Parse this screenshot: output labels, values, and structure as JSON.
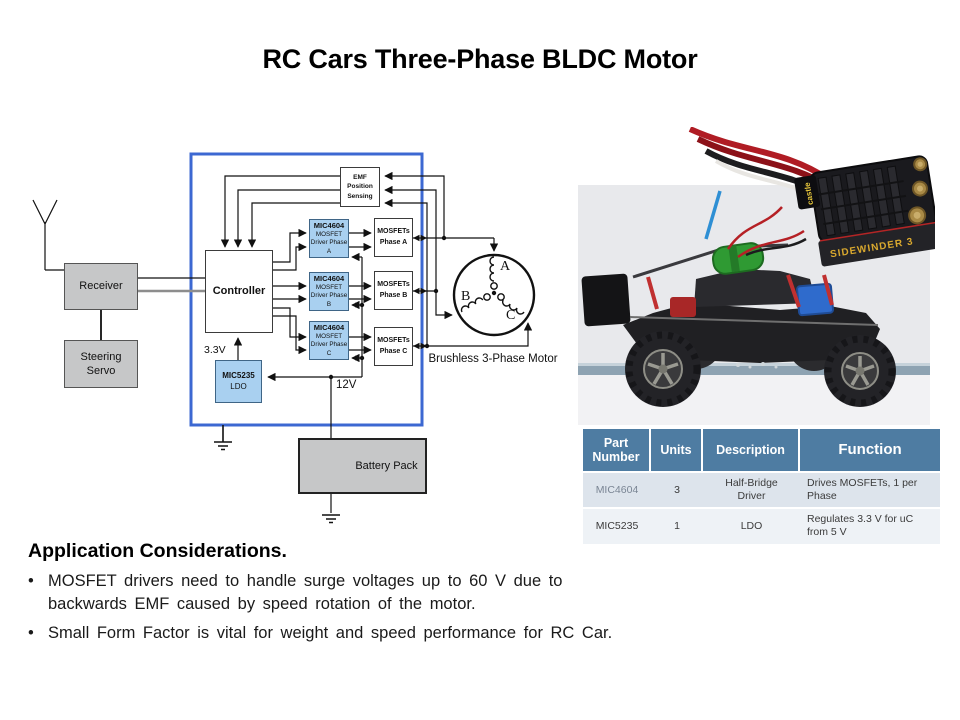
{
  "slide": {
    "title": "RC Cars Three-Phase BLDC Motor"
  },
  "diagram": {
    "receiver": "Receiver",
    "steering_servo": "Steering Servo",
    "controller": "Controller",
    "emf_sensing": "EMF Position Sensing",
    "drivers": [
      {
        "part": "MIC4604",
        "desc": "MOSFET Driver Phase A"
      },
      {
        "part": "MIC4604",
        "desc": "MOSFET Driver Phase B"
      },
      {
        "part": "MIC4604",
        "desc": "MOSFET Driver Phase C"
      }
    ],
    "mosfets": [
      "MOSFETs Phase A",
      "MOSFETs Phase B",
      "MOSFETs Phase C"
    ],
    "ldo": {
      "part": "MIC5235",
      "desc": "LDO"
    },
    "battery": "Battery Pack",
    "motor_caption": "Brushless 3-Phase Motor",
    "rail_3v3": "3.3V",
    "rail_12v": "12V",
    "phases": {
      "a": "A",
      "b": "B",
      "c": "C"
    }
  },
  "photo": {
    "esc_brand": "castle",
    "esc_model": "SIDEWINDER 3"
  },
  "table": {
    "headers": [
      "Part Number",
      "Units",
      "Description",
      "Function"
    ],
    "rows": [
      {
        "part": "MIC4604",
        "units": "3",
        "description": "Half-Bridge Driver",
        "function": "Drives MOSFETs, 1 per Phase"
      },
      {
        "part": "MIC5235",
        "units": "1",
        "description": "LDO",
        "function": "Regulates 3.3 V for uC from 5 V"
      }
    ]
  },
  "considerations": {
    "heading": "Application Considerations.",
    "bullets": [
      "MOSFET drivers need to handle surge voltages up to 60 V due to backwards EMF caused by speed rotation of the motor.",
      "Small Form Factor is vital for weight and speed performance for RC Car."
    ]
  },
  "colors": {
    "frame_blue": "#3c68d2",
    "chip_blue_fill": "#a9d0f0",
    "table_header_blue": "#4e7ca2",
    "table_row_light": "#dde4ec",
    "table_row_lighter": "#eef2f6"
  }
}
